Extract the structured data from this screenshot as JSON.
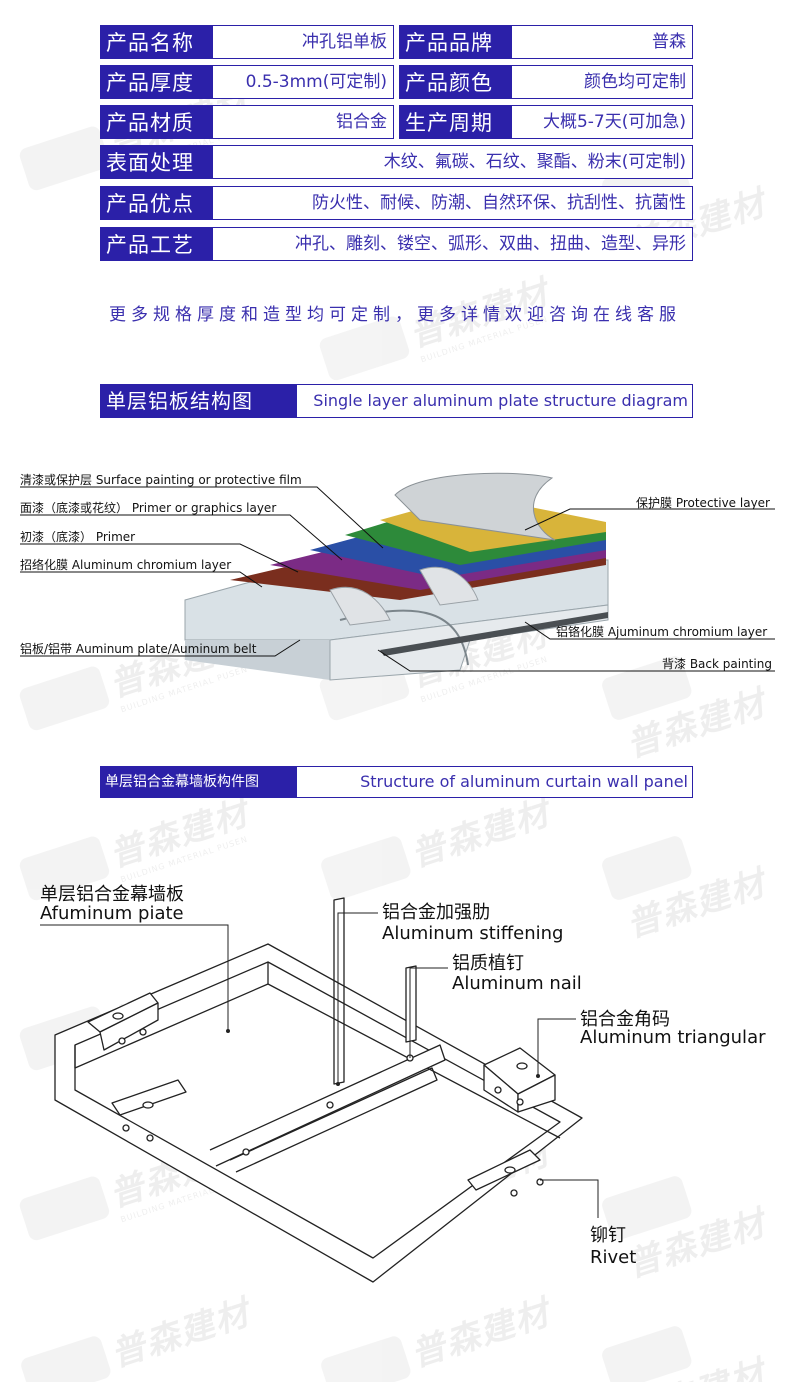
{
  "spec_table": [
    {
      "left_label": "产品名称",
      "left_value": "冲孔铝单板",
      "right_label": "产品品牌",
      "right_value": "普森"
    },
    {
      "left_label": "产品厚度",
      "left_value": "0.5-3mm(可定制)",
      "right_label": "产品颜色",
      "right_value": "颜色均可定制"
    },
    {
      "left_label": "产品材质",
      "left_value": "铝合金",
      "right_label": "生产周期",
      "right_value": "大概5-7天(可加急)"
    }
  ],
  "spec_full": [
    {
      "label": "表面处理",
      "value": "木纹、氟碳、石纹、聚酯、粉末(可定制)"
    },
    {
      "label": "产品优点",
      "value": "防火性、耐候、防潮、自然环保、抗刮性、抗菌性"
    },
    {
      "label": "产品工艺",
      "value": "冲孔、雕刻、镂空、弧形、双曲、扭曲、造型、异形"
    }
  ],
  "note": "更多规格厚度和造型均可定制，更多详情欢迎咨询在线客服",
  "section1": {
    "title_cn": "单层铝板结构图",
    "title_en": "Single layer aluminum plate structure diagram",
    "labels": {
      "surface": "清漆或保护层 Surface painting or protective film",
      "primer_graphics": "面漆（底漆或花纹） Primer or graphics layer",
      "primer": "初漆（底漆） Primer",
      "chromium": "招络化膜 Aluminum chromium layer",
      "plate": "铝板/铝带 Auminum plate/Auminum belt",
      "protective": "保护膜 Protective layer",
      "chromium_right": "铝铬化膜 Ajuminum chromium layer",
      "back": "背漆 Back painting"
    }
  },
  "section2": {
    "title_cn": "单层铝合金幕墙板构件图",
    "title_en": "Structure of aluminum curtain wall panel",
    "labels": {
      "plate_cn": "单层铝合金幕墙板",
      "plate_en": "Afuminum piate",
      "stiff_cn": "铝合金加强肋",
      "stiff_en": "Aluminum stiffening",
      "nail_cn": "铝质植钉",
      "nail_en": "Aluminum nail",
      "tri_cn": "铝合金角码",
      "tri_en": "Aluminum triangular",
      "rivet_cn": "铆钉",
      "rivet_en": "Rivet"
    }
  },
  "watermark": {
    "cn": "普森建材",
    "en": "BUILDING MATERIAL PUSEN"
  },
  "colors": {
    "accent": "#2b20a8",
    "text_accent": "#3a2fae"
  }
}
